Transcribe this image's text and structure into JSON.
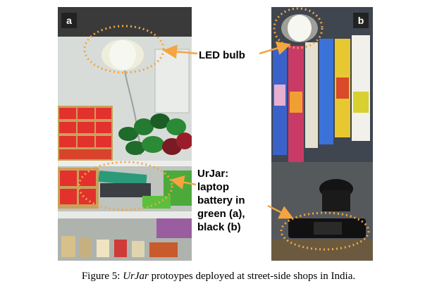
{
  "panels": {
    "a": {
      "letter": "a"
    },
    "b": {
      "letter": "b"
    }
  },
  "annotations": {
    "led": "LED bulb",
    "urjar_lines": [
      "UrJar:",
      "laptop",
      "battery in",
      "green (a),",
      "black (b)"
    ]
  },
  "caption": {
    "prefix": "Figure 5: ",
    "name": "UrJar",
    "rest": " protoypes deployed at street-side shops in India."
  },
  "colors": {
    "annotation_orange": "#f4a540",
    "battery_green": "#2a9a78",
    "bulb_glow": "#fff8e0"
  },
  "icons": [
    "led-bulb-icon",
    "laptop-battery-icon",
    "arrow-icon"
  ]
}
